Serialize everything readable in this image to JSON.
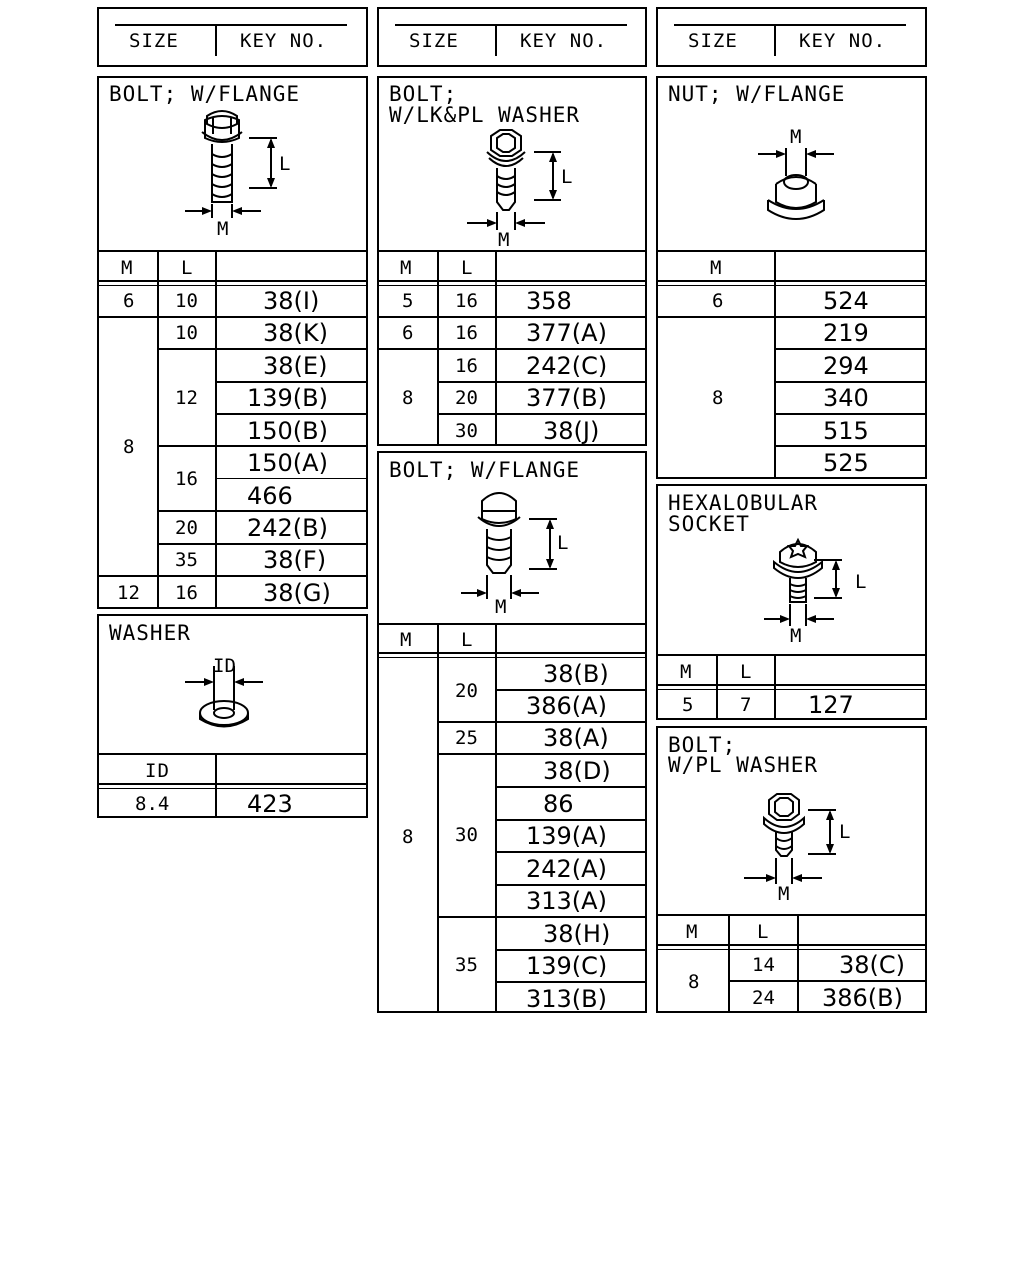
{
  "headers": [
    {
      "size": "SIZE",
      "key": "KEY NO."
    },
    {
      "size": "SIZE",
      "key": "KEY NO."
    },
    {
      "size": "SIZE",
      "key": "KEY NO."
    }
  ],
  "bolt_flange_1": {
    "title": "BOLT; W/FLANGE",
    "dim_l": "L",
    "dim_m": "M",
    "col_m": "M",
    "col_l": "L",
    "rows": [
      {
        "m": "6",
        "l": "10",
        "key": "38(I)"
      },
      {
        "m": "8",
        "l": "10",
        "key": "38(K)"
      },
      {
        "l": "12",
        "key": "38(E)"
      },
      {
        "key": "139(B)"
      },
      {
        "key": "150(B)"
      },
      {
        "l": "16",
        "key": "150(A)"
      },
      {
        "key": "466"
      },
      {
        "l": "20",
        "key": "242(B)"
      },
      {
        "l": "35",
        "key": "38(F)"
      },
      {
        "m": "12",
        "l": "16",
        "key": "38(G)"
      }
    ]
  },
  "washer": {
    "title": "WASHER",
    "dim_id": "ID",
    "col_id": "ID",
    "rows": [
      {
        "id": "8.4",
        "key": "423"
      }
    ]
  },
  "bolt_lk_pl": {
    "title_1": "BOLT;",
    "title_2": "W/LK&PL WASHER",
    "dim_l": "L",
    "dim_m": "M",
    "col_m": "M",
    "col_l": "L",
    "rows": [
      {
        "m": "5",
        "l": "16",
        "key": "358"
      },
      {
        "m": "6",
        "l": "16",
        "key": "377(A)"
      },
      {
        "m": "8",
        "l": "16",
        "key": "242(C)"
      },
      {
        "l": "20",
        "key": "377(B)"
      },
      {
        "l": "30",
        "key": "38(J)"
      }
    ]
  },
  "bolt_flange_2": {
    "title": "BOLT; W/FLANGE",
    "dim_l": "L",
    "dim_m": "M",
    "col_m": "M",
    "col_l": "L",
    "rows": [
      {
        "m": "8",
        "l": "20",
        "key": "38(B)"
      },
      {
        "key": "386(A)"
      },
      {
        "l": "25",
        "key": "38(A)"
      },
      {
        "l": "30",
        "key": "38(D)"
      },
      {
        "key": "86"
      },
      {
        "key": "139(A)"
      },
      {
        "key": "242(A)"
      },
      {
        "key": "313(A)"
      },
      {
        "l": "35",
        "key": "38(H)"
      },
      {
        "key": "139(C)"
      },
      {
        "key": "313(B)"
      }
    ]
  },
  "nut_flange": {
    "title": "NUT; W/FLANGE",
    "dim_m": "M",
    "col_m": "M",
    "rows": [
      {
        "m": "6",
        "key": "524"
      },
      {
        "m": "8",
        "key": "219"
      },
      {
        "key": "294"
      },
      {
        "key": "340"
      },
      {
        "key": "515"
      },
      {
        "key": "525"
      }
    ]
  },
  "hexalobular": {
    "title_1": "HEXALOBULAR",
    "title_2": "SOCKET",
    "dim_l": "L",
    "dim_m": "M",
    "col_m": "M",
    "col_l": "L",
    "rows": [
      {
        "m": "5",
        "l": "7",
        "key": "127"
      }
    ]
  },
  "bolt_pl": {
    "title_1": "BOLT;",
    "title_2": "W/PL WASHER",
    "dim_l": "L",
    "dim_m": "M",
    "col_m": "M",
    "col_l": "L",
    "rows": [
      {
        "m": "8",
        "l": "14",
        "key": "38(C)"
      },
      {
        "l": "24",
        "key": "386(B)"
      }
    ]
  }
}
